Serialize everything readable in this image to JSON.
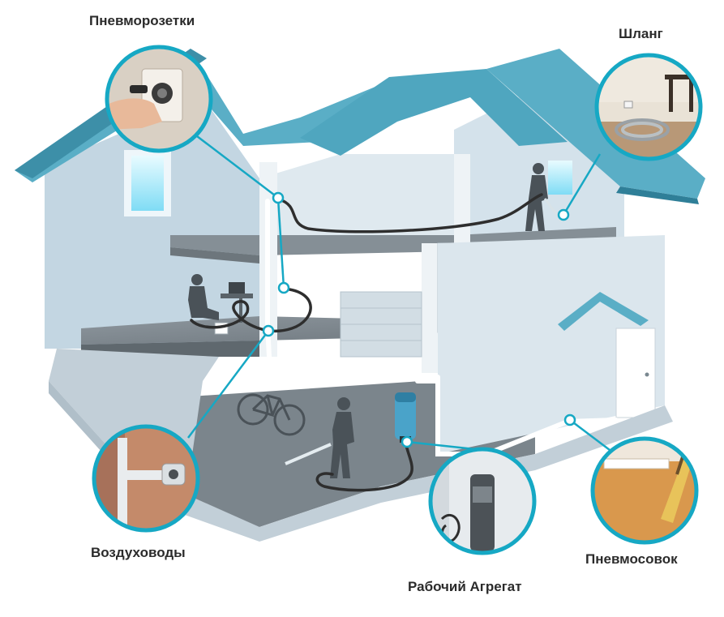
{
  "labels": {
    "outlets": "Пневморозетки",
    "hose": "Шланг",
    "ducts": "Воздуховоды",
    "unit": "Рабочий Агрегат",
    "dustpan": "Пневмосовок"
  },
  "colors": {
    "roof": "#5aaec6",
    "roof_dark": "#3d8fa8",
    "wall": "#c9dbe6",
    "wall_dark": "#a9c3d3",
    "floor": "#7d8891",
    "floor_top": "#9aa4ab",
    "accent": "#16a8c4",
    "pipe": "#ffffff",
    "hose": "#2e2e2e"
  },
  "icons": [
    "wall-outlet-icon",
    "hose-icon",
    "air-duct-icon",
    "power-unit-icon",
    "vacuum-dustpan-icon"
  ]
}
